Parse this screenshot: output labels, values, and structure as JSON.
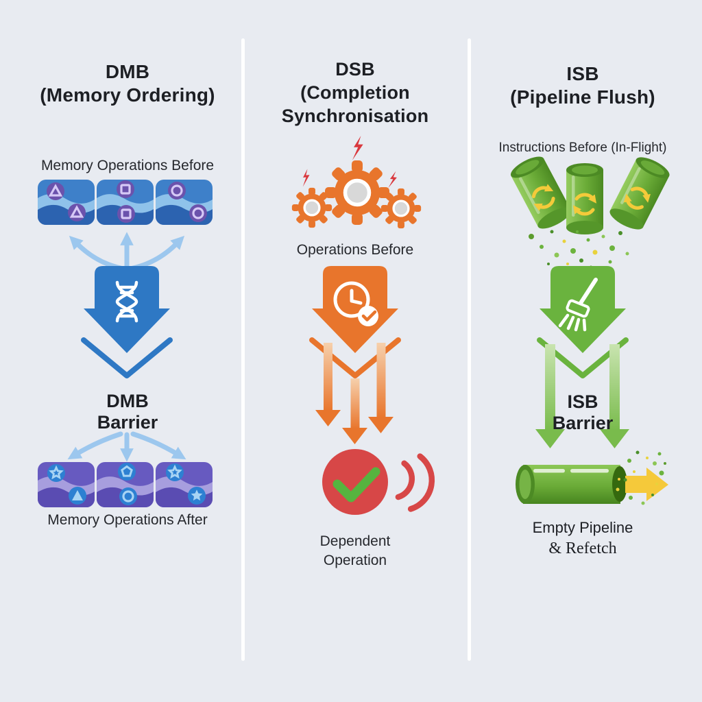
{
  "canvas": {
    "background": "#e8ebf1",
    "divider_color": "#ffffff"
  },
  "columns": {
    "dmb": {
      "title_line1": "DMB",
      "title_line2": "(Memory Ordering)",
      "before_label": "Memory Operations Before",
      "barrier_line1": "DMB",
      "barrier_line2": "Barrier",
      "after_label": "Memory Operations After",
      "accent_color": "#2e78c4"
    },
    "dsb": {
      "title_line1": "DSB",
      "title_line2": "(Completion",
      "title_line3": "Synchronisation",
      "before_label": "Operations Before",
      "after_line1": "Dependent",
      "after_line2": "Operation",
      "accent_color": "#e8752c"
    },
    "isb": {
      "title_line1": "ISB",
      "title_line2": "(Pipeline Flush)",
      "before_label": "Instructions Before (In-Flight)",
      "barrier_line1": "ISB",
      "barrier_line2": "Barrier",
      "after_line1": "Empty Pipeline",
      "after_line2": "& Refetch",
      "accent_color": "#6ab33e"
    }
  },
  "icons": {
    "dmb_arrow_icon": "dna-icon",
    "dsb_arrow_icon": "clock-check-icon",
    "isb_arrow_icon": "broom-icon",
    "dsb_top_icon": "gears-with-lightning",
    "isb_top_icon": "pipeline-tubes-with-refresh",
    "dsb_result_icon": "checkmark-circle-with-signal-waves",
    "isb_result_icon": "pipe-with-eject-arrow"
  },
  "palette": {
    "background": "#e8ebf1",
    "dmb_blue": "#2e78c4",
    "dmb_light_blue": "#9cc7ee",
    "dmb_purple_card": "#675ac0",
    "dsb_orange": "#e8752c",
    "dsb_red": "#d94343",
    "check_green": "#56b43f",
    "isb_green": "#6ab33e",
    "isb_yellow": "#f5c93a",
    "text": "#1d1f24",
    "divider": "#ffffff"
  }
}
